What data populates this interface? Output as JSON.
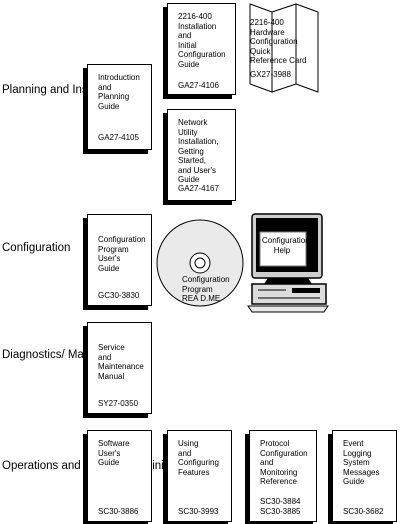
{
  "categories": {
    "planning": "Planning and\nInstallation",
    "configuration": "Configuration",
    "diagnostics": "Diagnostics/\nMaintenance",
    "operations": "Operations\nand Network\nAdministration"
  },
  "books": {
    "install_guide": {
      "title": "2216-400\nInstallation\nand\nInitial\nConfiguration\nGuide",
      "number": "GA27-4106"
    },
    "hw_card": {
      "title": "2216-400\nHardware\nConfiguration\nQuick\nReference Card",
      "number": "GX27-3988"
    },
    "intro_guide": {
      "title": "Introduction\nand\nPlanning\nGuide",
      "number": "GA27-4105"
    },
    "network_utility": {
      "title": "Network\nUtility\nInstallation,\nGetting\nStarted,\nand User's\nGuide",
      "number": "GA27-4167"
    },
    "config_prog_guide": {
      "title": "Configuration\nProgram\nUser's\nGuide",
      "number": "GC30-3830"
    },
    "cd": {
      "title": "Configuration\nProgram\nREA D.ME"
    },
    "monitor": {
      "title": "Configuration\nHelp"
    },
    "service_manual": {
      "title": "Service\nand\nMaintenance\nManual",
      "number": "SY27-0350"
    },
    "software_guide": {
      "title": "Software\nUser's\nGuide",
      "number": "SC30-3886"
    },
    "using_features": {
      "title": "Using\nand\nConfiguring\nFeatures",
      "number": "SC30-3993"
    },
    "protocol_ref": {
      "title": "Protocol\nConfiguration\nand\nMonitoring\nReference",
      "number": "SC30-3884\nSC30-3885"
    },
    "event_logging": {
      "title": "Event\nLogging\nSystem\nMessages\nGuide",
      "number": "SC30-3682"
    }
  }
}
